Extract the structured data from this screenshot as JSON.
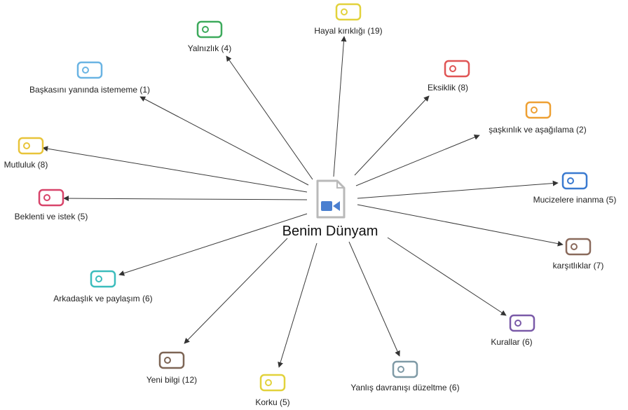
{
  "center": {
    "label": "Benim Dünyam",
    "icon": "video-document-icon",
    "icon_color": "#4a7fd0"
  },
  "codes": [
    {
      "id": "hayal-kirikligi",
      "label": "Hayal kırıklığı (19)",
      "color": "#e2d23c"
    },
    {
      "id": "yalnizlik",
      "label": "Yalnızlık (4)",
      "color": "#3daa5c"
    },
    {
      "id": "baskasini-yaninda-istememe",
      "label": "Başkasını yanında istememe (1)",
      "color": "#6ab4e3"
    },
    {
      "id": "eksiklik",
      "label": "Eksiklik (8)",
      "color": "#e05555"
    },
    {
      "id": "saskinlik",
      "label": "şaşkınlık ve aşağılama (2)",
      "color": "#eea033"
    },
    {
      "id": "mutluluk",
      "label": "Mutluluk (8)",
      "color": "#e8c43a"
    },
    {
      "id": "beklenti",
      "label": "Beklenti ve istek (5)",
      "color": "#d8446a"
    },
    {
      "id": "mucizelere",
      "label": "Mucizelere inanma (5)",
      "color": "#3a7ad0"
    },
    {
      "id": "karsitliklar",
      "label": "karşıtlıklar (7)",
      "color": "#8a6a5c"
    },
    {
      "id": "arkadaslik",
      "label": "Arkadaşlık ve paylaşım (6)",
      "color": "#3bbcbc"
    },
    {
      "id": "kurallar",
      "label": "Kurallar (6)",
      "color": "#7a5aa8"
    },
    {
      "id": "yeni-bilgi",
      "label": "Yeni bilgi  (12)",
      "color": "#7d6555"
    },
    {
      "id": "yanlis-davranisi",
      "label": "Yanlış davranışı düzeltme (6)",
      "color": "#7f9aa6"
    },
    {
      "id": "korku",
      "label": "Korku (5)",
      "color": "#e2d23c"
    }
  ]
}
